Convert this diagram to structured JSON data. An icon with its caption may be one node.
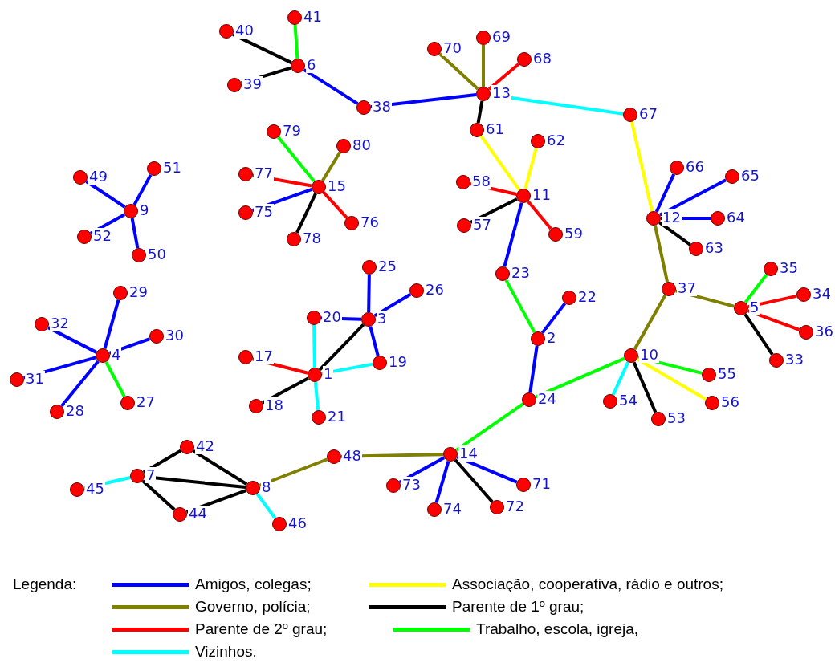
{
  "diagram": {
    "nodes": [
      {
        "text": [],
        "shape": "circle",
        "beside": [
          "1"
        ]
      },
      {
        "text": [],
        "shape": "circle",
        "beside": [
          "2"
        ]
      },
      {
        "text": [],
        "shape": "circle",
        "beside": [
          "3"
        ]
      },
      {
        "text": [],
        "shape": "circle",
        "beside": [
          "4"
        ]
      },
      {
        "text": [],
        "shape": "circle",
        "beside": [
          "5"
        ]
      },
      {
        "text": [],
        "shape": "circle",
        "beside": [
          "6"
        ]
      },
      {
        "text": [],
        "shape": "circle",
        "beside": [
          "7"
        ]
      },
      {
        "text": [],
        "shape": "circle",
        "beside": [
          "8"
        ]
      },
      {
        "text": [],
        "shape": "circle",
        "beside": [
          "9"
        ]
      },
      {
        "text": [],
        "shape": "circle",
        "beside": [
          "10"
        ]
      },
      {
        "text": [],
        "shape": "circle",
        "beside": [
          "11"
        ]
      },
      {
        "text": [],
        "shape": "circle",
        "beside": [
          "12"
        ]
      },
      {
        "text": [],
        "shape": "circle",
        "beside": [
          "13"
        ]
      },
      {
        "text": [],
        "shape": "circle",
        "beside": [
          "14"
        ]
      },
      {
        "text": [],
        "shape": "circle",
        "beside": [
          "15"
        ]
      },
      {
        "text": [],
        "shape": "circle",
        "beside": [
          "17"
        ]
      },
      {
        "text": [],
        "shape": "circle",
        "beside": [
          "18"
        ]
      },
      {
        "text": [],
        "shape": "circle",
        "beside": [
          "19"
        ]
      },
      {
        "text": [],
        "shape": "circle",
        "beside": [
          "20"
        ]
      },
      {
        "text": [],
        "shape": "circle",
        "beside": [
          "21"
        ]
      },
      {
        "text": [],
        "shape": "circle",
        "beside": [
          "22"
        ]
      },
      {
        "text": [],
        "shape": "circle",
        "beside": [
          "23"
        ]
      },
      {
        "text": [],
        "shape": "circle",
        "beside": [
          "24"
        ]
      },
      {
        "text": [],
        "shape": "circle",
        "beside": [
          "25"
        ]
      },
      {
        "text": [],
        "shape": "circle",
        "beside": [
          "26"
        ]
      },
      {
        "text": [],
        "shape": "circle",
        "beside": [
          "27"
        ]
      },
      {
        "text": [],
        "shape": "circle",
        "beside": [
          "28"
        ]
      },
      {
        "text": [],
        "shape": "circle",
        "beside": [
          "29"
        ]
      },
      {
        "text": [],
        "shape": "circle",
        "beside": [
          "30"
        ]
      },
      {
        "text": [],
        "shape": "circle",
        "beside": [
          "31"
        ]
      },
      {
        "text": [],
        "shape": "circle",
        "beside": [
          "32"
        ]
      },
      {
        "text": [],
        "shape": "circle",
        "beside": [
          "33"
        ]
      },
      {
        "text": [],
        "shape": "circle",
        "beside": [
          "34"
        ]
      },
      {
        "text": [],
        "shape": "circle",
        "beside": [
          "35"
        ]
      },
      {
        "text": [],
        "shape": "circle",
        "beside": [
          "36"
        ]
      },
      {
        "text": [],
        "shape": "circle",
        "beside": [
          "37"
        ]
      },
      {
        "text": [],
        "shape": "circle",
        "beside": [
          "38"
        ]
      },
      {
        "text": [],
        "shape": "circle",
        "beside": [
          "39"
        ]
      },
      {
        "text": [],
        "shape": "circle",
        "beside": [
          "40"
        ]
      },
      {
        "text": [],
        "shape": "circle",
        "beside": [
          "41"
        ]
      },
      {
        "text": [],
        "shape": "circle",
        "beside": [
          "42"
        ]
      },
      {
        "text": [],
        "shape": "circle",
        "beside": [
          "44"
        ]
      },
      {
        "text": [],
        "shape": "circle",
        "beside": [
          "45"
        ]
      },
      {
        "text": [],
        "shape": "circle",
        "beside": [
          "46"
        ]
      },
      {
        "text": [],
        "shape": "circle",
        "beside": [
          "48"
        ]
      },
      {
        "text": [],
        "shape": "circle",
        "beside": [
          "49"
        ]
      },
      {
        "text": [],
        "shape": "circle",
        "beside": [
          "50"
        ]
      },
      {
        "text": [],
        "shape": "circle",
        "beside": [
          "51"
        ]
      },
      {
        "text": [],
        "shape": "circle",
        "beside": [
          "52"
        ]
      },
      {
        "text": [],
        "shape": "circle",
        "beside": [
          "53"
        ]
      },
      {
        "text": [],
        "shape": "circle",
        "beside": [
          "54"
        ]
      },
      {
        "text": [],
        "shape": "circle",
        "beside": [
          "55"
        ]
      },
      {
        "text": [],
        "shape": "circle",
        "beside": [
          "56"
        ]
      },
      {
        "text": [],
        "shape": "circle",
        "beside": [
          "57"
        ]
      },
      {
        "text": [],
        "shape": "circle",
        "beside": [
          "58"
        ]
      },
      {
        "text": [],
        "shape": "circle",
        "beside": [
          "59"
        ]
      },
      {
        "text": [],
        "shape": "circle",
        "beside": [
          "61"
        ]
      },
      {
        "text": [],
        "shape": "circle",
        "beside": [
          "62"
        ]
      },
      {
        "text": [],
        "shape": "circle",
        "beside": [
          "63"
        ]
      },
      {
        "text": [],
        "shape": "circle",
        "beside": [
          "64"
        ]
      },
      {
        "text": [],
        "shape": "circle",
        "beside": [
          "65"
        ]
      },
      {
        "text": [],
        "shape": "circle",
        "beside": [
          "66"
        ]
      },
      {
        "text": [],
        "shape": "circle",
        "beside": [
          "67"
        ]
      },
      {
        "text": [],
        "shape": "circle",
        "beside": [
          "68"
        ]
      },
      {
        "text": [],
        "shape": "circle",
        "beside": [
          "69"
        ]
      },
      {
        "text": [],
        "shape": "circle",
        "beside": [
          "70"
        ]
      },
      {
        "text": [],
        "shape": "circle",
        "beside": [
          "71"
        ]
      },
      {
        "text": [],
        "shape": "circle",
        "beside": [
          "72"
        ]
      },
      {
        "text": [],
        "shape": "circle",
        "beside": [
          "73"
        ]
      },
      {
        "text": [],
        "shape": "circle",
        "beside": [
          "74"
        ]
      },
      {
        "text": [],
        "shape": "circle",
        "beside": [
          "75"
        ]
      },
      {
        "text": [],
        "shape": "circle",
        "beside": [
          "76"
        ]
      },
      {
        "text": [],
        "shape": "circle",
        "beside": [
          "77"
        ]
      },
      {
        "text": [],
        "shape": "circle",
        "beside": [
          "78"
        ]
      },
      {
        "text": [],
        "shape": "circle",
        "beside": [
          "79"
        ]
      },
      {
        "text": [],
        "shape": "circle",
        "beside": [
          "80"
        ]
      }
    ],
    "edges": [
      {
        "from": 5,
        "to": 39,
        "arrow": "none",
        "color": "#00ff00"
      },
      {
        "from": 5,
        "to": 38,
        "arrow": "none",
        "color": "#000000"
      },
      {
        "from": 5,
        "to": 37,
        "arrow": "none",
        "color": "#000000"
      },
      {
        "from": 5,
        "to": 36,
        "arrow": "none"
      },
      {
        "from": 36,
        "to": 12,
        "arrow": "none"
      },
      {
        "from": 12,
        "to": 65,
        "arrow": "none",
        "color": "#808000"
      },
      {
        "from": 12,
        "to": 64,
        "arrow": "none",
        "color": "#808000"
      },
      {
        "from": 12,
        "to": 63,
        "arrow": "none",
        "color": "#ff0000"
      },
      {
        "from": 12,
        "to": 56,
        "arrow": "none",
        "color": "#000000"
      },
      {
        "from": 12,
        "to": 62,
        "arrow": "none",
        "color": "#00ffff"
      },
      {
        "from": 56,
        "to": 10,
        "arrow": "none",
        "color": "#ffff00"
      },
      {
        "from": 10,
        "to": 57,
        "arrow": "none",
        "color": "#ffff00"
      },
      {
        "from": 10,
        "to": 54,
        "arrow": "none",
        "color": "#ff0000"
      },
      {
        "from": 10,
        "to": 53,
        "arrow": "none",
        "color": "#000000"
      },
      {
        "from": 10,
        "to": 55,
        "arrow": "none",
        "color": "#ff0000"
      },
      {
        "from": 10,
        "to": 21,
        "arrow": "none"
      },
      {
        "from": 62,
        "to": 11,
        "arrow": "none",
        "color": "#ffff00"
      },
      {
        "from": 11,
        "to": 61,
        "arrow": "none"
      },
      {
        "from": 11,
        "to": 60,
        "arrow": "none"
      },
      {
        "from": 11,
        "to": 59,
        "arrow": "none"
      },
      {
        "from": 11,
        "to": 58,
        "arrow": "none",
        "color": "#000000"
      },
      {
        "from": 11,
        "to": 35,
        "arrow": "none",
        "color": "#808000"
      },
      {
        "from": 35,
        "to": 4,
        "arrow": "none",
        "color": "#808000"
      },
      {
        "from": 35,
        "to": 9,
        "arrow": "none",
        "color": "#808000"
      },
      {
        "from": 4,
        "to": 33,
        "arrow": "none",
        "color": "#00ff00"
      },
      {
        "from": 4,
        "to": 32,
        "arrow": "none",
        "color": "#ff0000"
      },
      {
        "from": 4,
        "to": 34,
        "arrow": "none",
        "color": "#ff0000"
      },
      {
        "from": 4,
        "to": 31,
        "arrow": "none",
        "color": "#000000"
      },
      {
        "from": 9,
        "to": 22,
        "arrow": "none",
        "color": "#00ff00"
      },
      {
        "from": 9,
        "to": 50,
        "arrow": "none",
        "color": "#00ffff"
      },
      {
        "from": 9,
        "to": 49,
        "arrow": "none",
        "color": "#000000"
      },
      {
        "from": 9,
        "to": 51,
        "arrow": "none",
        "color": "#00ff00"
      },
      {
        "from": 9,
        "to": 52,
        "arrow": "none",
        "color": "#ffff00"
      },
      {
        "from": 21,
        "to": 1,
        "arrow": "none",
        "color": "#00ff00"
      },
      {
        "from": 1,
        "to": 20,
        "arrow": "none"
      },
      {
        "from": 1,
        "to": 22,
        "arrow": "none"
      },
      {
        "from": 22,
        "to": 13,
        "arrow": "none",
        "color": "#00ff00"
      },
      {
        "from": 13,
        "to": 44,
        "arrow": "none",
        "color": "#808000"
      },
      {
        "from": 13,
        "to": 68,
        "arrow": "none"
      },
      {
        "from": 13,
        "to": 69,
        "arrow": "none"
      },
      {
        "from": 13,
        "to": 67,
        "arrow": "none",
        "color": "#000000"
      },
      {
        "from": 13,
        "to": 66,
        "arrow": "none"
      },
      {
        "from": 44,
        "to": 7,
        "arrow": "none",
        "color": "#808000"
      },
      {
        "from": 7,
        "to": 6,
        "arrow": "none",
        "color": "#000000"
      },
      {
        "from": 7,
        "to": 40,
        "arrow": "none",
        "color": "#000000"
      },
      {
        "from": 7,
        "to": 41,
        "arrow": "none",
        "color": "#000000"
      },
      {
        "from": 7,
        "to": 43,
        "arrow": "none",
        "color": "#00ffff"
      },
      {
        "from": 6,
        "to": 40,
        "arrow": "none",
        "color": "#000000"
      },
      {
        "from": 6,
        "to": 41,
        "arrow": "none",
        "color": "#000000"
      },
      {
        "from": 6,
        "to": 42,
        "arrow": "none",
        "color": "#00ffff"
      },
      {
        "from": 14,
        "to": 74,
        "arrow": "none",
        "color": "#00ff00"
      },
      {
        "from": 14,
        "to": 75,
        "arrow": "none",
        "color": "#808000"
      },
      {
        "from": 14,
        "to": 72,
        "arrow": "none",
        "color": "#ff0000"
      },
      {
        "from": 14,
        "to": 70,
        "arrow": "none"
      },
      {
        "from": 14,
        "to": 71,
        "arrow": "none",
        "color": "#ff0000"
      },
      {
        "from": 14,
        "to": 73,
        "arrow": "none",
        "color": "#000000"
      },
      {
        "from": 8,
        "to": 45,
        "arrow": "none"
      },
      {
        "from": 8,
        "to": 47,
        "arrow": "none"
      },
      {
        "from": 8,
        "to": 48,
        "arrow": "none"
      },
      {
        "from": 8,
        "to": 46,
        "arrow": "none"
      },
      {
        "from": 3,
        "to": 27,
        "arrow": "none"
      },
      {
        "from": 3,
        "to": 30,
        "arrow": "none"
      },
      {
        "from": 3,
        "to": 28,
        "arrow": "none"
      },
      {
        "from": 3,
        "to": 29,
        "arrow": "none"
      },
      {
        "from": 3,
        "to": 26,
        "arrow": "none"
      },
      {
        "from": 3,
        "to": 25,
        "arrow": "none",
        "color": "#00ff00"
      },
      {
        "from": 2,
        "to": 23,
        "arrow": "none"
      },
      {
        "from": 2,
        "to": 24,
        "arrow": "none"
      },
      {
        "from": 2,
        "to": 18,
        "arrow": "none"
      },
      {
        "from": 2,
        "to": 17,
        "arrow": "none"
      },
      {
        "from": 2,
        "to": 0,
        "arrow": "none",
        "color": "#000000"
      },
      {
        "from": 0,
        "to": 18,
        "arrow": "none",
        "color": "#00ffff"
      },
      {
        "from": 0,
        "to": 17,
        "arrow": "none",
        "color": "#00ffff"
      },
      {
        "from": 0,
        "to": 15,
        "arrow": "none",
        "color": "#ff0000"
      },
      {
        "from": 0,
        "to": 16,
        "arrow": "none",
        "color": "#000000"
      },
      {
        "from": 0,
        "to": 19,
        "arrow": "none",
        "color": "#00ffff"
      }
    ],
    "labels": [
      "Legenda:"
    ],
    "legend": [
      {
        "text": "Amigos, colegas;",
        "color": "#0000ff"
      },
      {
        "text": "Associação, cooperativa, rádio e outros;",
        "color": "#ffff00"
      },
      {
        "text": "Governo, polícia;",
        "color": "#808000"
      },
      {
        "text": "Parente de 1º grau;",
        "color": "#000000"
      },
      {
        "text": "Parente de 2º grau;",
        "color": "#ff0000"
      },
      {
        "text": "Trabalho, escola, igreja,",
        "color": "#00ff00"
      },
      {
        "text": "Vizinhos.",
        "color": "#00ffff"
      }
    ]
  }
}
